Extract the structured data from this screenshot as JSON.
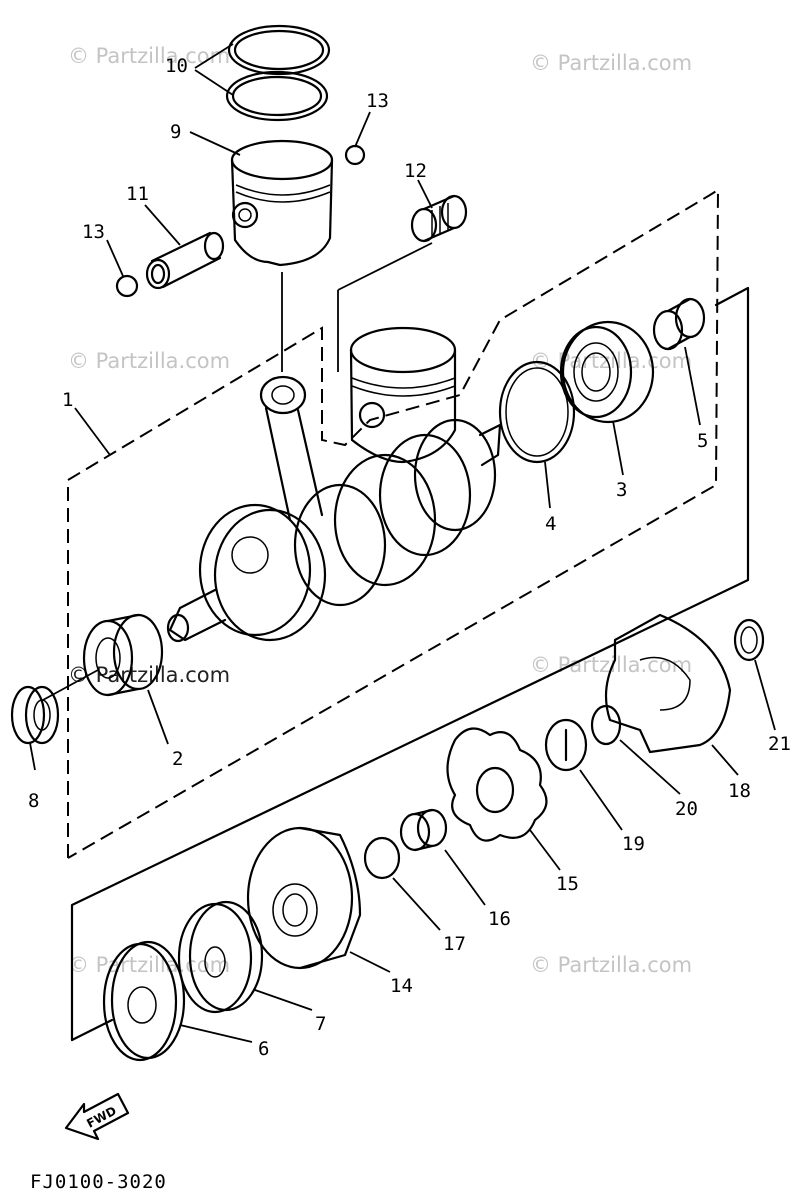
{
  "watermark": "© Partzilla.com",
  "diagram_code": "FJ0100-3020",
  "fwd_label": "FWD",
  "callouts": {
    "c1": "1",
    "c2": "2",
    "c3": "3",
    "c4": "4",
    "c5": "5",
    "c6": "6",
    "c7": "7",
    "c8": "8",
    "c9": "9",
    "c10": "10",
    "c11": "11",
    "c12": "12",
    "c13a": "13",
    "c13b": "13",
    "c14": "14",
    "c15": "15",
    "c16": "16",
    "c17": "17",
    "c18": "18",
    "c19": "19",
    "c20": "20",
    "c21": "21"
  }
}
